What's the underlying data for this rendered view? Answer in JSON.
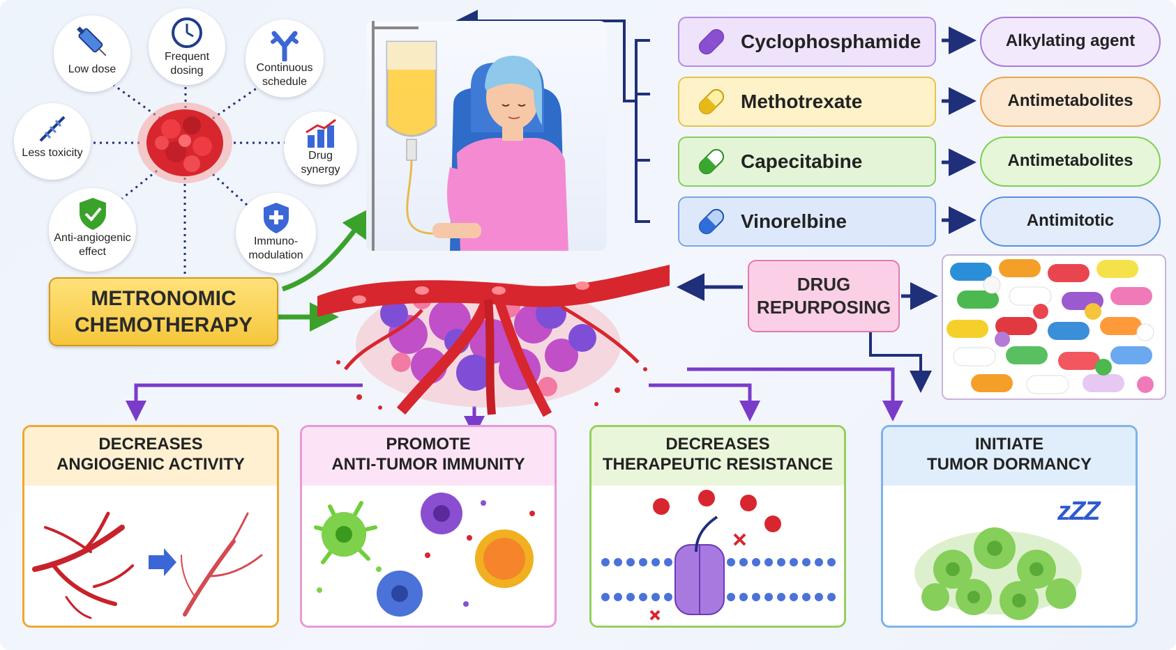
{
  "center": {
    "title_line1": "METRONOMIC",
    "title_line2": "CHEMOTHERAPY"
  },
  "features": [
    {
      "id": "low-dose",
      "lines": [
        "Low dose"
      ],
      "icon": "syringe-icon"
    },
    {
      "id": "frequent-dosing",
      "lines": [
        "Frequent",
        "dosing"
      ],
      "icon": "clock-icon"
    },
    {
      "id": "continuous-schedule",
      "lines": [
        "Continuous",
        "schedule"
      ],
      "icon": "antibody-icon"
    },
    {
      "id": "less-toxicity",
      "lines": [
        "Less toxicity"
      ],
      "icon": "dna-icon"
    },
    {
      "id": "drug-synergy",
      "lines": [
        "Drug",
        "synergy"
      ],
      "icon": "bar-chart-icon"
    },
    {
      "id": "anti-angiogenic",
      "lines": [
        "Anti-angiogenic",
        "effect"
      ],
      "icon": "shield-check-icon"
    },
    {
      "id": "immunomodulation",
      "lines": [
        "Immuno-",
        "modulation"
      ],
      "icon": "shield-plus-icon"
    }
  ],
  "drugs": [
    {
      "name": "Cyclophosphamide",
      "class": "Alkylating agent",
      "color": "#8a4fd0"
    },
    {
      "name": "Methotrexate",
      "class": "Antimetabolites",
      "color": "#e8b818"
    },
    {
      "name": "Capecitabine",
      "class": "Antimetabolites",
      "color": "#3aa830"
    },
    {
      "name": "Vinorelbine",
      "class": "Antimitotic",
      "color": "#2f6ed8"
    }
  ],
  "repurposing": {
    "line1": "DRUG",
    "line2": "REPURPOSING"
  },
  "outcomes": [
    {
      "line1": "DECREASES",
      "line2": "ANGIOGENIC ACTIVITY",
      "color": "#f0a830"
    },
    {
      "line1": "PROMOTE",
      "line2": "ANTI-TUMOR IMMUNITY",
      "color": "#e69ad8"
    },
    {
      "line1": "DECREASES",
      "line2": "THERAPEUTIC RESISTANCE",
      "color": "#96d05a"
    },
    {
      "line1": "INITIATE",
      "line2": "TUMOR DORMANCY",
      "color": "#7fb3e8"
    }
  ],
  "dormancy_text": "zZZ",
  "colors": {
    "navy": "#1f2f7a",
    "green_arrow": "#3aa22a",
    "purple_arrow": "#7a3cc8",
    "red": "#d8262e"
  }
}
